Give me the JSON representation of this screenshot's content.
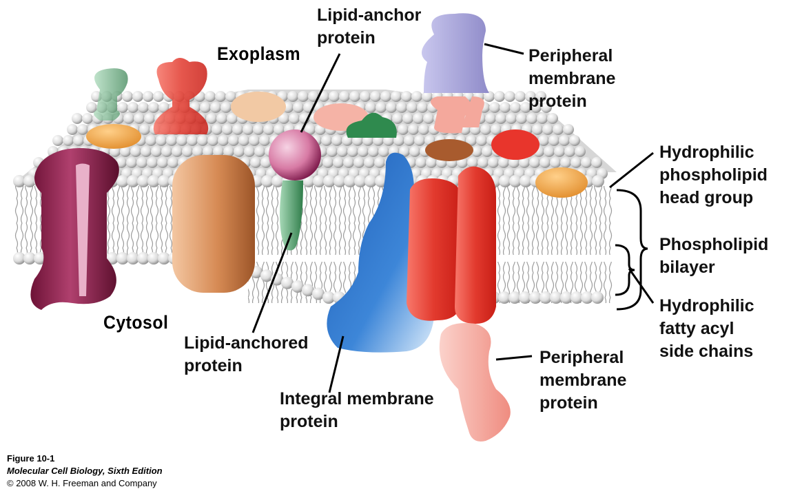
{
  "labels": {
    "exoplasm": "Exoplasm",
    "cytosol": "Cytosol",
    "lipid_anchor_protein": [
      "Lipid-anchor",
      "protein"
    ],
    "peripheral_membrane_protein_top": [
      "Peripheral",
      "membrane",
      "protein"
    ],
    "hydrophilic_head_group": [
      "Hydrophilic",
      "phospholipid",
      "head group"
    ],
    "phospholipid_bilayer": [
      "Phospholipid",
      "bilayer"
    ],
    "hydrophilic_fatty_acyl": [
      "Hydrophilic",
      "fatty acyl",
      "side chains"
    ],
    "peripheral_membrane_protein_bottom": [
      "Peripheral",
      "membrane",
      "protein"
    ],
    "integral_membrane_protein": [
      "Integral membrane",
      "protein"
    ],
    "lipid_anchored_protein": [
      "Lipid-anchored",
      "protein"
    ]
  },
  "caption": {
    "figure": "Figure 10-1",
    "book": "Molecular Cell Biology, Sixth Edition",
    "copyright": "© 2008 W. H. Freeman and Company"
  },
  "colors": {
    "lipid_head": "#e6e6e6",
    "channel_protein": "#8b1a4a",
    "tan_protein": "#c77a45",
    "integral_protein": "#2e6fc4",
    "red_protein": "#e8352c",
    "peripheral_top": "#a9a6d6",
    "peripheral_bottom": "#f3a49a",
    "anchor_protein": "#c24a7a",
    "anchored_green": "#3c8a55"
  }
}
